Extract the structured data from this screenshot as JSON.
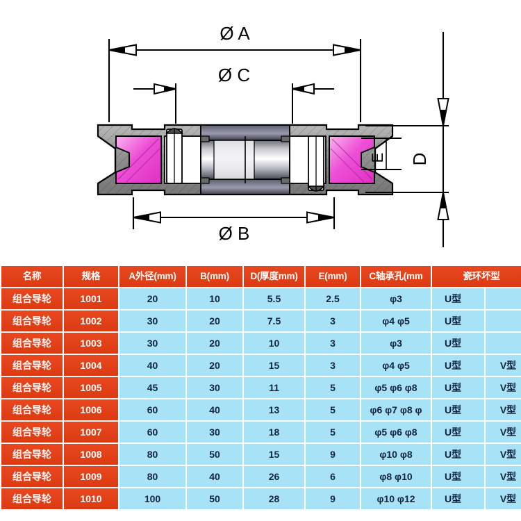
{
  "drawing": {
    "title": "combination-guide-wheel-cross-section",
    "dimensions": {
      "outer_diameter_label": "Ø A",
      "groove_diameter_label": "Ø B",
      "bore_diameter_label": "Ø C",
      "thickness_label": "D",
      "groove_width_label": "E"
    },
    "colors": {
      "ceramic_ring": "#ef4fd8",
      "metal_body": "#8c8c8c",
      "metal_light": "#d9d9d9",
      "outline": "#000000"
    }
  },
  "table": {
    "header": {
      "name": "名称",
      "spec": "规格",
      "a": "A外径(mm)",
      "b": "B(mm)",
      "d": "D(厚度mm)",
      "e": "E(mm)",
      "c": "C轴承孔(mm",
      "ring": "瓷环坏型"
    },
    "colors": {
      "header_red": "#e2411a",
      "cell_blue": "#a8e2f7",
      "text_dark": "#10243c",
      "text_light": "#ffffff"
    },
    "rows": [
      {
        "name": "组合导轮",
        "spec": "1001",
        "a": "20",
        "b": "10",
        "d": "5.5",
        "e": "2.5",
        "c": "φ3",
        "u": "U型",
        "v": ""
      },
      {
        "name": "组合导轮",
        "spec": "1002",
        "a": "30",
        "b": "20",
        "d": "7.5",
        "e": "3",
        "c": "φ4  φ5",
        "u": "U型",
        "v": ""
      },
      {
        "name": "组合导轮",
        "spec": "1003",
        "a": "30",
        "b": "20",
        "d": "10",
        "e": "3",
        "c": "φ3",
        "u": "U型",
        "v": ""
      },
      {
        "name": "组合导轮",
        "spec": "1004",
        "a": "40",
        "b": "20",
        "d": "15",
        "e": "3",
        "c": "φ4  φ5",
        "u": "U型",
        "v": "V型"
      },
      {
        "name": "组合导轮",
        "spec": "1005",
        "a": "45",
        "b": "30",
        "d": "11",
        "e": "5",
        "c": "φ5 φ6 φ8",
        "u": "U型",
        "v": "V型"
      },
      {
        "name": "组合导轮",
        "spec": "1006",
        "a": "60",
        "b": "40",
        "d": "13",
        "e": "5",
        "c": "φ6 φ7 φ8 φ",
        "u": "U型",
        "v": "V型"
      },
      {
        "name": "组合导轮",
        "spec": "1007",
        "a": "60",
        "b": "30",
        "d": "18",
        "e": "5",
        "c": "φ5 φ6 φ8",
        "u": "U型",
        "v": "V型"
      },
      {
        "name": "组合导轮",
        "spec": "1008",
        "a": "80",
        "b": "50",
        "d": "15",
        "e": "9",
        "c": "φ10  φ8",
        "u": "U型",
        "v": "V型"
      },
      {
        "name": "组合导轮",
        "spec": "1009",
        "a": "80",
        "b": "40",
        "d": "26",
        "e": "6",
        "c": "φ8   φ10",
        "u": "U型",
        "v": "V型"
      },
      {
        "name": "组合导轮",
        "spec": "1010",
        "a": "100",
        "b": "50",
        "d": "28",
        "e": "9",
        "c": "φ10 φ12",
        "u": "U型",
        "v": "V型"
      }
    ]
  }
}
